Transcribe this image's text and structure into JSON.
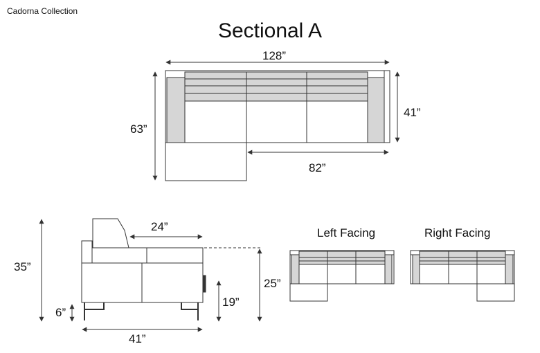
{
  "brand": "Cadorna Collection",
  "title": "Sectional A",
  "top_view": {
    "overall_width": "128”",
    "overall_depth": "63”",
    "seat_depth": "41”",
    "sofa_section_width": "82”"
  },
  "side_view": {
    "overall_height": "35”",
    "seat_cushion_depth": "24”",
    "seat_height": "25”",
    "clearance_height": "19”",
    "leg_height": "6”",
    "overall_depth": "41”"
  },
  "orientations": {
    "left_label": "Left Facing",
    "right_label": "Right Facing"
  },
  "colors": {
    "line": "#333333",
    "cushion_fill": "#d6d6d6",
    "background": "#ffffff"
  }
}
